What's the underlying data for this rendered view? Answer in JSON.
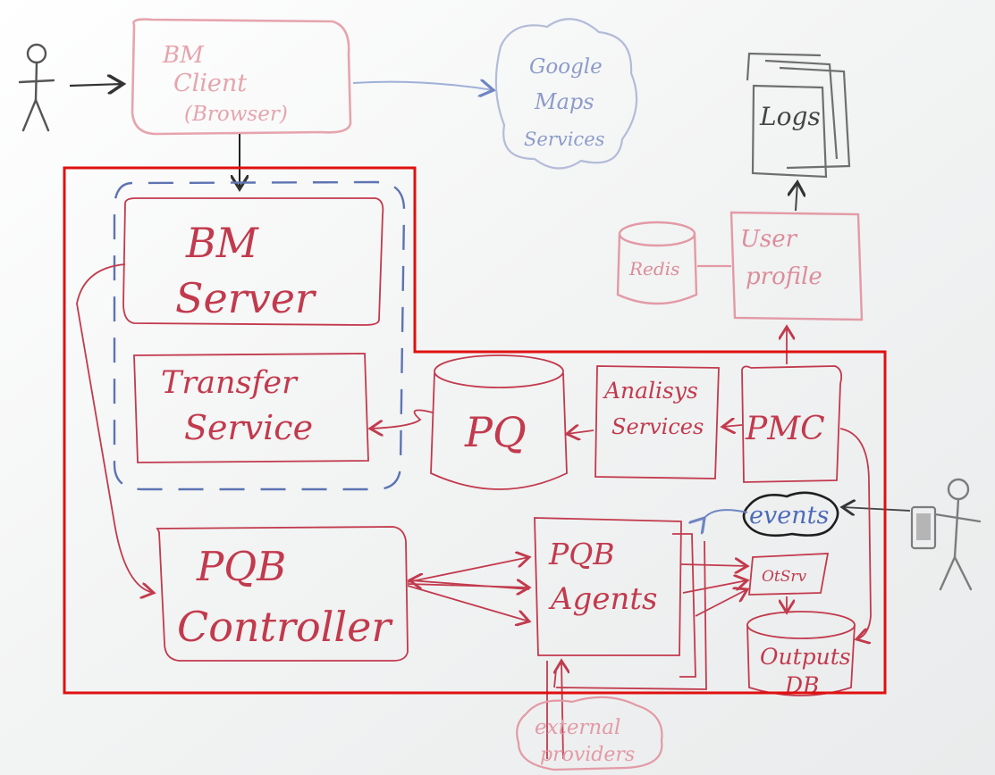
{
  "colors": {
    "board": "#f1f2f2",
    "board_shade": "#e4e6e8",
    "ink_red": "#c23a4d",
    "ink_red_faded": "#e6a4ae",
    "ink_blue": "#5d74b3",
    "ink_blue_faded": "#aab6d6",
    "ink_black": "#1f1f1f",
    "ink_gray": "#6f6f6f",
    "highlight": "#e01010"
  },
  "labels": {
    "bm_client": [
      "BM",
      "Client",
      "(Browser)"
    ],
    "google_maps": [
      "Google",
      "Maps",
      "Services"
    ],
    "logs": "Logs",
    "redis": "Redis",
    "user_profile": [
      "User",
      "profile"
    ],
    "bm_server": [
      "BM",
      "Server"
    ],
    "transfer_service": [
      "Transfer",
      "Service"
    ],
    "pq": "PQ",
    "analysis_services": [
      "Analisys",
      "Services"
    ],
    "pmc": "PMC",
    "events": "events",
    "pqb_controller": [
      "PQB",
      "Controller"
    ],
    "pqb_agents": [
      "PQB",
      "Agents"
    ],
    "otsrv": "OtSrv",
    "outputs_db": [
      "Outputs",
      "DB"
    ],
    "external_providers": [
      "external",
      "providers"
    ]
  },
  "icons": {
    "user_left": "stick-figure-icon",
    "user_right": "stick-figure-icon",
    "device": "mobile-device-icon"
  }
}
